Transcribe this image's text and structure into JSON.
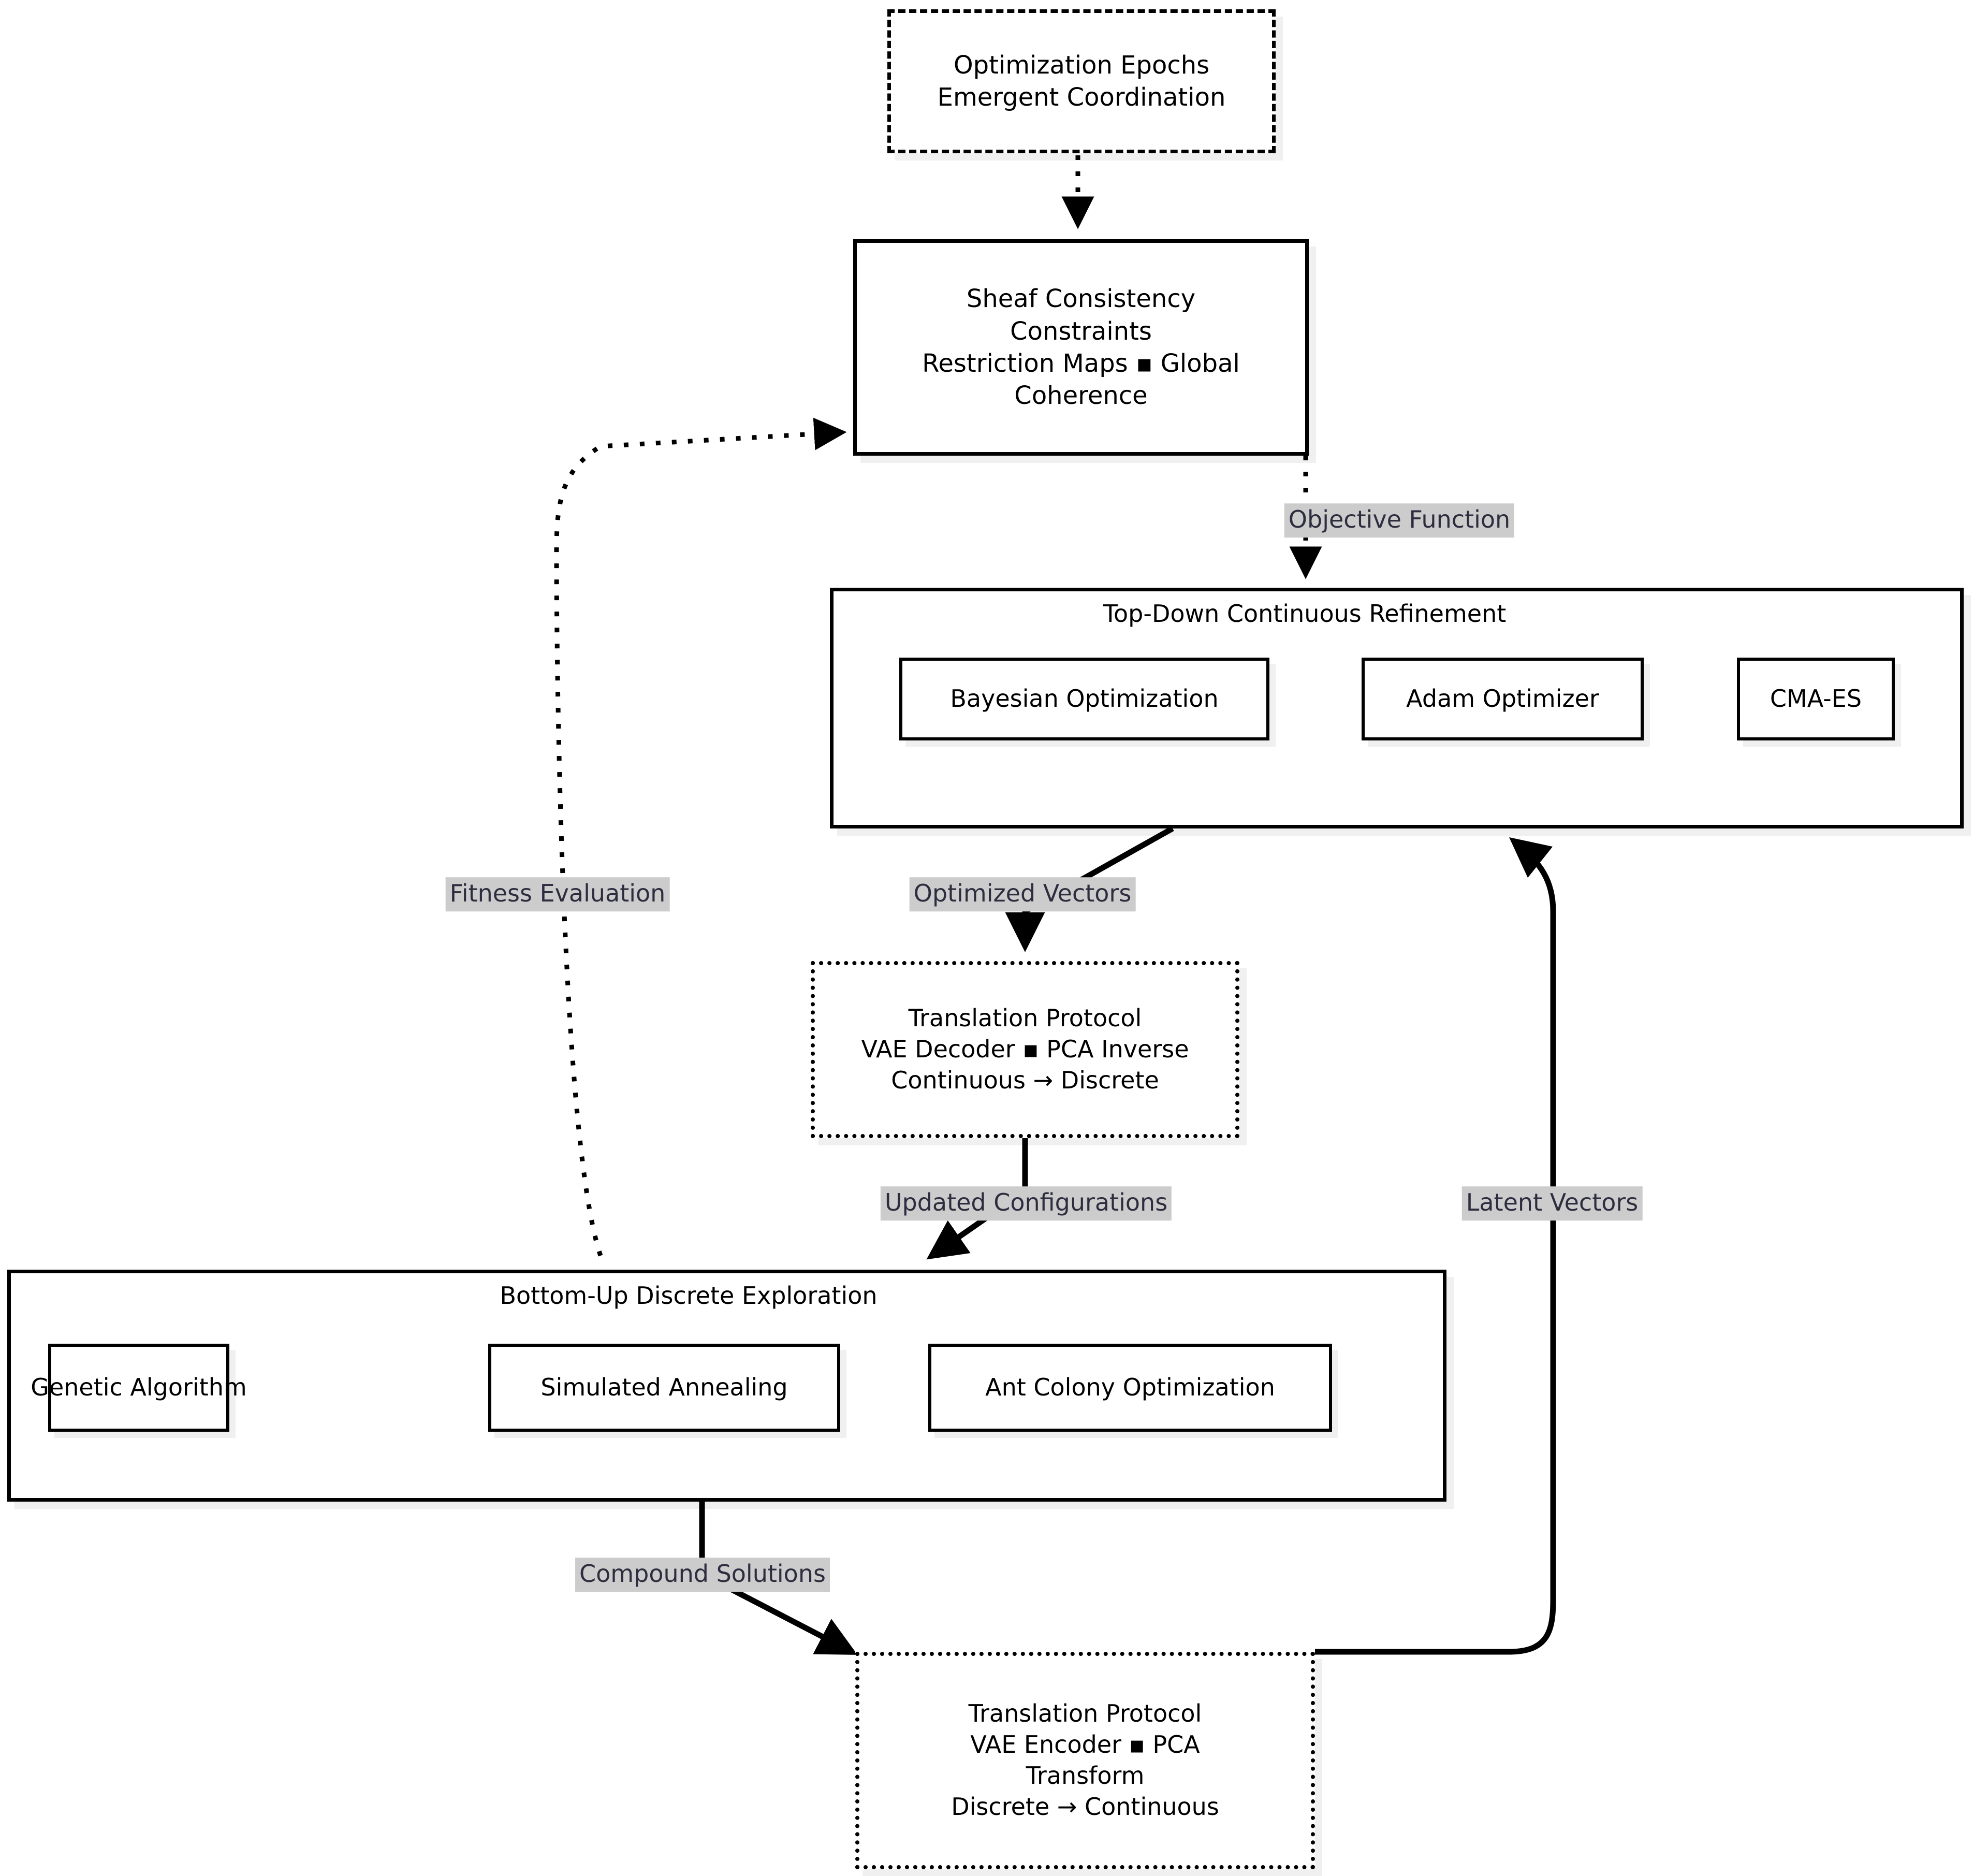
{
  "diagram": {
    "type": "flowchart",
    "title": "Hybrid Discrete-Continuous Optimization Loop",
    "colors": {
      "node_border": "#000000",
      "node_fill": "#ffffff",
      "edge_stroke": "#000000",
      "edge_label_bg": "#cccccc",
      "edge_label_text": "#2d2d3f",
      "shadow": "rgba(0,0,0,0.06)"
    }
  },
  "nodes": {
    "epochs": {
      "name": "optimization-epochs",
      "style": "dashed",
      "lines": [
        "Optimization Epochs",
        "Emergent Coordination"
      ]
    },
    "sheaf": {
      "name": "sheaf-consistency",
      "style": "solid-thick",
      "lines": [
        "Sheaf Consistency",
        "Constraints",
        "Restriction Maps ▪ Global",
        "Coherence"
      ]
    },
    "translate_down": {
      "name": "translation-protocol-decode",
      "style": "dotted",
      "lines": [
        "Translation Protocol",
        "VAE Decoder ▪ PCA Inverse",
        "Continuous → Discrete"
      ]
    },
    "translate_up": {
      "name": "translation-protocol-encode",
      "style": "dotted",
      "lines": [
        "Translation Protocol",
        "VAE Encoder ▪ PCA",
        "Transform",
        "Discrete → Continuous"
      ]
    }
  },
  "clusters": {
    "topdown": {
      "name": "top-down-continuous-refinement",
      "title_lines": [
        "Top-Down Continuous",
        "Refinement"
      ],
      "children": [
        {
          "name": "bayesian-optimization",
          "label": "Bayesian Optimization"
        },
        {
          "name": "adam-optimizer",
          "label": "Adam Optimizer"
        },
        {
          "name": "cma-es",
          "label": "CMA-ES"
        }
      ]
    },
    "bottomup": {
      "name": "bottom-up-discrete-exploration",
      "title_lines": [
        "Bottom-Up Discrete",
        "Exploration"
      ],
      "children": [
        {
          "name": "genetic-algorithm",
          "label": "Genetic Algorithm"
        },
        {
          "name": "simulated-annealing",
          "label": "Simulated Annealing"
        },
        {
          "name": "ant-colony-optimization",
          "label": "Ant Colony Optimization"
        }
      ]
    }
  },
  "edges": [
    {
      "name": "edge-epochs-to-sheaf",
      "from": "optimization-epochs",
      "to": "sheaf-consistency",
      "label": "",
      "style": "dotted"
    },
    {
      "name": "edge-sheaf-to-topdown",
      "from": "sheaf-consistency",
      "to": "top-down-continuous-refinement",
      "label": "Objective Function",
      "style": "dotted"
    },
    {
      "name": "edge-topdown-to-decode",
      "from": "top-down-continuous-refinement",
      "to": "translation-protocol-decode",
      "label": "Optimized Vectors",
      "style": "solid"
    },
    {
      "name": "edge-decode-to-bottomup",
      "from": "translation-protocol-decode",
      "to": "bottom-up-discrete-exploration",
      "label": "Updated Configurations",
      "style": "solid"
    },
    {
      "name": "edge-bottomup-to-sheaf",
      "from": "bottom-up-discrete-exploration",
      "to": "sheaf-consistency",
      "label": "Fitness Evaluation",
      "style": "dotted"
    },
    {
      "name": "edge-bottomup-to-encode",
      "from": "bottom-up-discrete-exploration",
      "to": "translation-protocol-encode",
      "label": "Compound Solutions",
      "style": "solid"
    },
    {
      "name": "edge-encode-to-topdown",
      "from": "translation-protocol-encode",
      "to": "top-down-continuous-refinement",
      "label": "Latent Vectors",
      "style": "solid"
    }
  ],
  "edge_labels": {
    "objective_function": "Objective Function",
    "optimized_vectors": "Optimized Vectors",
    "updated_configurations": "Updated Configurations",
    "fitness_evaluation": "Fitness Evaluation",
    "compound_solutions": "Compound Solutions",
    "latent_vectors": "Latent Vectors"
  }
}
